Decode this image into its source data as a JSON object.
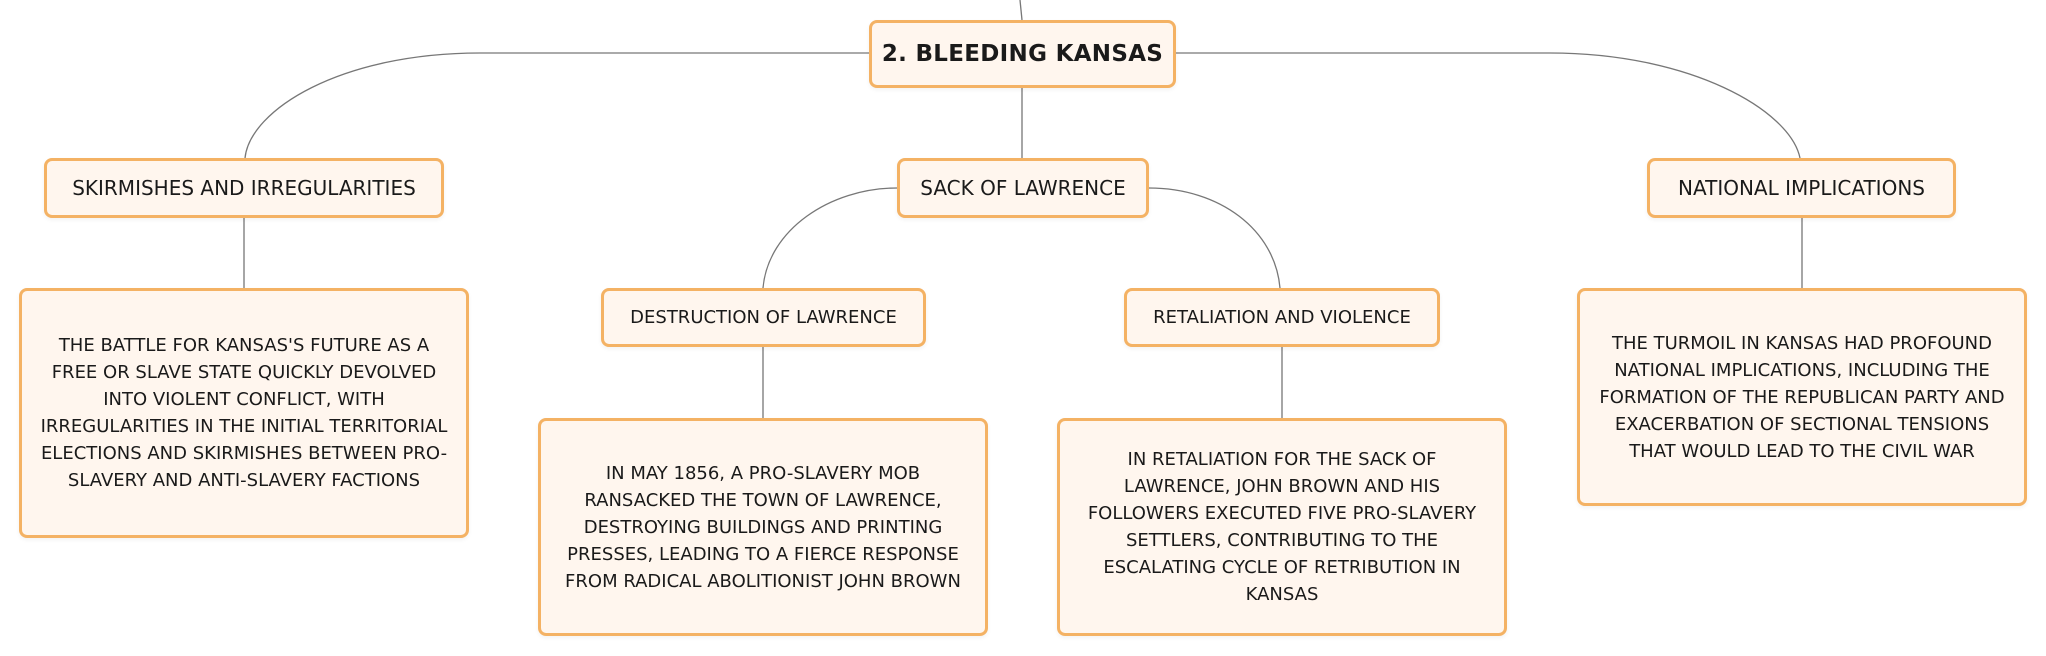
{
  "colors": {
    "node_border": "#f4b264",
    "node_fill": "#fff6ee",
    "connector": "#777777",
    "text": "#1a1a1a"
  },
  "diagram": {
    "root": {
      "title": "2. BLEEDING KANSAS"
    },
    "branches": {
      "skirmishes": {
        "title": "SKIRMISHES AND IRREGULARITIES",
        "description": "THE BATTLE FOR KANSAS'S FUTURE AS A FREE OR SLAVE STATE QUICKLY DEVOLVED INTO VIOLENT CONFLICT, WITH IRREGULARITIES IN THE INITIAL TERRITORIAL ELECTIONS AND SKIRMISHES BETWEEN PRO-SLAVERY AND ANTI-SLAVERY FACTIONS"
      },
      "sack": {
        "title": "SACK OF LAWRENCE",
        "children": {
          "destruction": {
            "title": "DESTRUCTION OF LAWRENCE",
            "description": "IN MAY 1856, A PRO-SLAVERY MOB RANSACKED THE TOWN OF LAWRENCE, DESTROYING BUILDINGS AND PRINTING PRESSES, LEADING TO A FIERCE RESPONSE FROM RADICAL ABOLITIONIST JOHN BROWN"
          },
          "retaliation": {
            "title": "RETALIATION AND VIOLENCE",
            "description": "IN RETALIATION FOR THE SACK OF LAWRENCE, JOHN BROWN AND HIS FOLLOWERS EXECUTED FIVE PRO-SLAVERY SETTLERS, CONTRIBUTING TO THE ESCALATING CYCLE OF RETRIBUTION IN KANSAS"
          }
        }
      },
      "national": {
        "title": "NATIONAL IMPLICATIONS",
        "description": "THE TURMOIL IN KANSAS HAD PROFOUND NATIONAL IMPLICATIONS, INCLUDING THE FORMATION OF THE REPUBLICAN PARTY AND EXACERBATION OF SECTIONAL TENSIONS THAT WOULD LEAD TO THE CIVIL WAR"
      }
    }
  }
}
